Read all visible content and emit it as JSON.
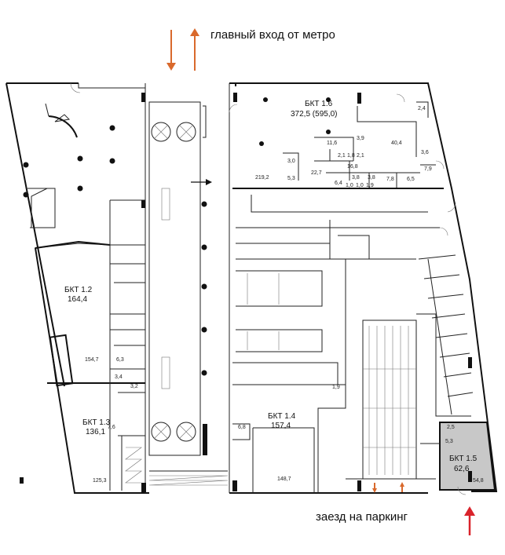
{
  "labels": {
    "metro_entrance": "главный вход от метро",
    "parking_entrance": "заезд на паркинг"
  },
  "units": [
    {
      "id": "bkt16",
      "name": "БКТ 1.6",
      "area": "372,5 (595,0)"
    },
    {
      "id": "bkt12",
      "name": "БКТ 1.2",
      "area": "164,4"
    },
    {
      "id": "bkt13",
      "name": "БКТ 1.3",
      "area": "136,1"
    },
    {
      "id": "bkt14",
      "name": "БКТ 1.4",
      "area": "157,4"
    },
    {
      "id": "bkt15",
      "name": "БКТ 1.5",
      "area": "62,6"
    }
  ],
  "room_areas": [
    "2,4",
    "40,4",
    "3,9",
    "11,6",
    "1,8",
    "3,6",
    "2,1",
    "2,1",
    "7,9",
    "3,0",
    "16,8",
    "219,2",
    "22,7",
    "5,3",
    "3,8",
    "3,8",
    "7,8",
    "6,5",
    "6,4",
    "1,0",
    "1,0",
    "1,9",
    "154,7",
    "6,3",
    "3,4",
    "3,2",
    "7,6",
    "125,3",
    "1,9",
    "6,8",
    "148,7",
    "2,5",
    "5,3",
    "54,8"
  ],
  "colors": {
    "highlight_unit": "#c8c8c8",
    "metro_arrows": "#d9692c",
    "parking_arrow": "#d9232b"
  }
}
